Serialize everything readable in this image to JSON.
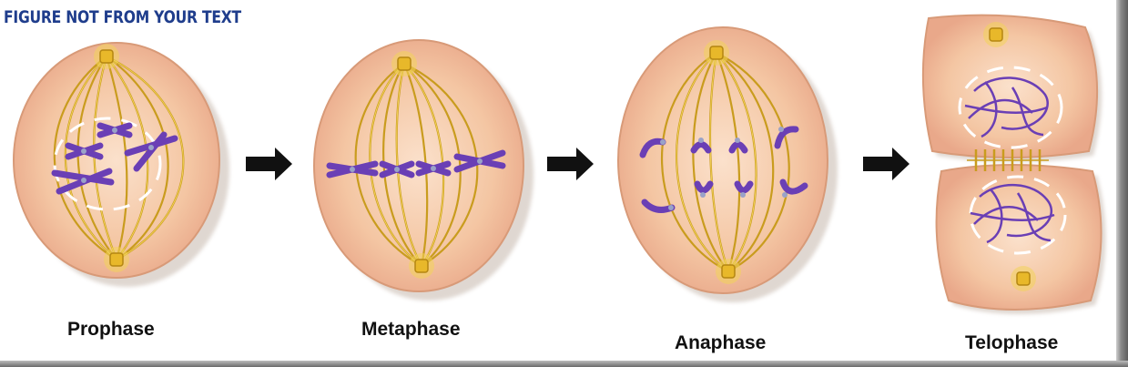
{
  "banner": "FIGURE NOT FROM YOUR TEXT",
  "stages": [
    {
      "label": "Prophase"
    },
    {
      "label": "Metaphase"
    },
    {
      "label": "Anaphase"
    },
    {
      "label": "Telophase"
    }
  ],
  "colors": {
    "cell_fill": "#f6c9a6",
    "cell_edge": "#e0a07e",
    "spindle": "#c79a1c",
    "spindle_light": "#f3d35a",
    "chromosome": "#6a3fb5",
    "centromere": "#9aa2c8",
    "arrow": "#111111",
    "banner": "#1f3d8c"
  }
}
